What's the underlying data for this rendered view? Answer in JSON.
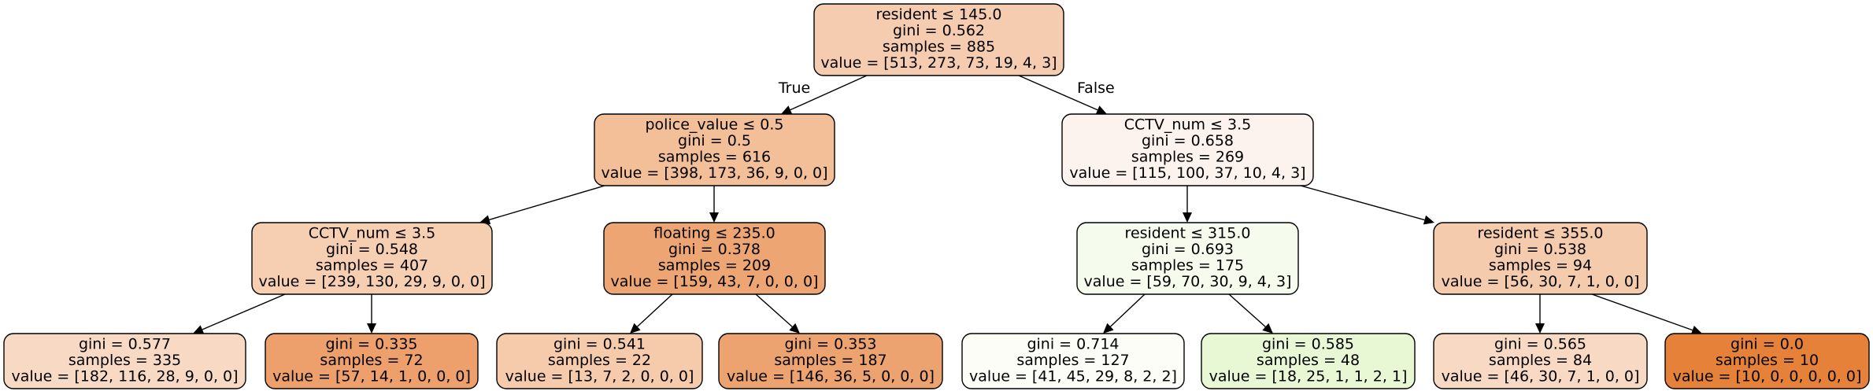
{
  "tree": {
    "nodes": [
      {
        "id": "n0",
        "lines": [
          "resident ≤ 145.0",
          "gini = 0.562",
          "samples = 885",
          "value = [513, 273, 73, 19, 4, 3]"
        ],
        "fill": "#f6ccb0"
      },
      {
        "id": "n1",
        "lines": [
          "police_value ≤ 0.5",
          "gini = 0.5",
          "samples = 616",
          "value = [398, 173, 36, 9, 0, 0]"
        ],
        "fill": "#f3bf98"
      },
      {
        "id": "n2",
        "lines": [
          "CCTV_num ≤ 3.5",
          "gini = 0.658",
          "samples = 269",
          "value = [115, 100, 37, 10, 4, 3]"
        ],
        "fill": "#fdf3ee"
      },
      {
        "id": "n3",
        "lines": [
          "CCTV_num ≤ 3.5",
          "gini = 0.548",
          "samples = 407",
          "value = [239, 130, 29, 9, 0, 0]"
        ],
        "fill": "#f6ceb1"
      },
      {
        "id": "n4",
        "lines": [
          "floating ≤ 235.0",
          "gini = 0.378",
          "samples = 209",
          "value = [159, 43, 7, 0, 0, 0]"
        ],
        "fill": "#eda673"
      },
      {
        "id": "n5",
        "lines": [
          "resident ≤ 315.0",
          "gini = 0.693",
          "samples = 175",
          "value = [59, 70, 30, 9, 4, 3]"
        ],
        "fill": "#f6fced"
      },
      {
        "id": "n6",
        "lines": [
          "resident ≤ 355.0",
          "gini = 0.538",
          "samples = 94",
          "value = [56, 30, 7, 1, 0, 0]"
        ],
        "fill": "#f5cbad"
      },
      {
        "id": "n7",
        "lines": [
          "gini = 0.577",
          "samples = 335",
          "value = [182, 116, 28, 9, 0, 0]"
        ],
        "fill": "#f8dac4"
      },
      {
        "id": "n8",
        "lines": [
          "gini = 0.335",
          "samples = 72",
          "value = [57, 14, 1, 0, 0, 0]"
        ],
        "fill": "#eda06c"
      },
      {
        "id": "n9",
        "lines": [
          "gini = 0.541",
          "samples = 22",
          "value = [13, 7, 2, 0, 0, 0]"
        ],
        "fill": "#f6cbac"
      },
      {
        "id": "n10",
        "lines": [
          "gini = 0.353",
          "samples = 187",
          "value = [146, 36, 5, 0, 0, 0]"
        ],
        "fill": "#eda36f"
      },
      {
        "id": "n11",
        "lines": [
          "gini = 0.714",
          "samples = 127",
          "value = [41, 45, 29, 8, 2, 2]"
        ],
        "fill": "#fbfdf6"
      },
      {
        "id": "n12",
        "lines": [
          "gini = 0.585",
          "samples = 48",
          "value = [18, 25, 1, 1, 2, 1]"
        ],
        "fill": "#e9f8d4"
      },
      {
        "id": "n13",
        "lines": [
          "gini = 0.565",
          "samples = 84",
          "value = [46, 30, 7, 1, 0, 0]"
        ],
        "fill": "#f8dac4"
      },
      {
        "id": "n14",
        "lines": [
          "gini = 0.0",
          "samples = 10",
          "value = [10, 0, 0, 0, 0, 0]"
        ],
        "fill": "#e58139"
      }
    ],
    "edges": [
      {
        "from": "n0",
        "to": "n1",
        "label": "True"
      },
      {
        "from": "n0",
        "to": "n2",
        "label": "False"
      },
      {
        "from": "n1",
        "to": "n3",
        "label": ""
      },
      {
        "from": "n1",
        "to": "n4",
        "label": ""
      },
      {
        "from": "n2",
        "to": "n5",
        "label": ""
      },
      {
        "from": "n2",
        "to": "n6",
        "label": ""
      },
      {
        "from": "n3",
        "to": "n7",
        "label": ""
      },
      {
        "from": "n3",
        "to": "n8",
        "label": ""
      },
      {
        "from": "n4",
        "to": "n9",
        "label": ""
      },
      {
        "from": "n4",
        "to": "n10",
        "label": ""
      },
      {
        "from": "n5",
        "to": "n11",
        "label": ""
      },
      {
        "from": "n5",
        "to": "n12",
        "label": ""
      },
      {
        "from": "n6",
        "to": "n13",
        "label": ""
      },
      {
        "from": "n6",
        "to": "n14",
        "label": ""
      }
    ]
  }
}
